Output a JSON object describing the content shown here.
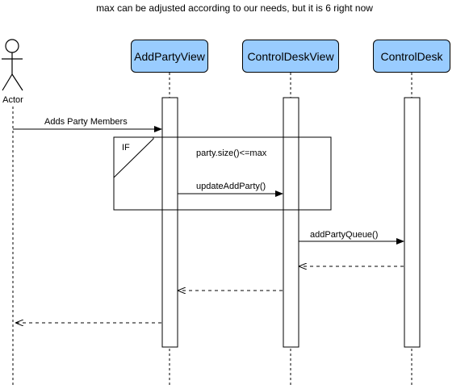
{
  "note": "max can be adjusted according to our needs, but it is 6 right now",
  "actor": {
    "label": "Actor"
  },
  "participants": [
    {
      "label": "AddPartyView"
    },
    {
      "label": "ControlDeskView"
    },
    {
      "label": "ControlDesk"
    }
  ],
  "fragment": {
    "operator": "IF",
    "guard": "party.size()<=max"
  },
  "messages": [
    {
      "label": "Adds Party Members",
      "style": "solid"
    },
    {
      "label": "updateAddParty()",
      "style": "solid"
    },
    {
      "label": "addPartyQueue()",
      "style": "solid"
    },
    {
      "label": "",
      "style": "dashed"
    },
    {
      "label": "",
      "style": "dashed"
    },
    {
      "label": "",
      "style": "dashed"
    }
  ],
  "colors": {
    "participant_fill": "#99ccff",
    "stroke": "#000000"
  }
}
